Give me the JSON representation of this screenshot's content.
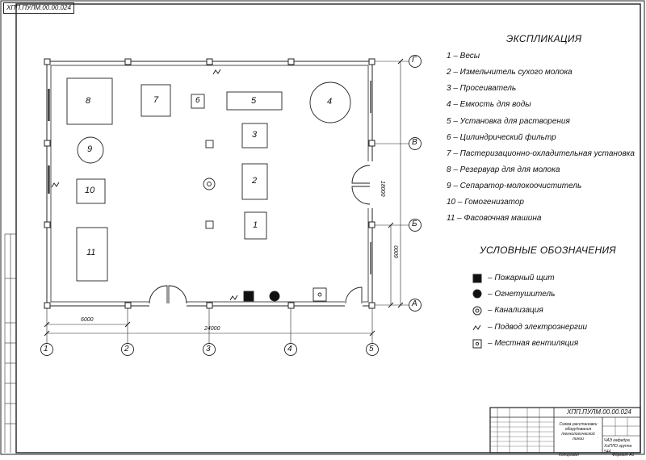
{
  "drawing_code_top": "ХПП.ПУЛМ.00.00.024",
  "explication": {
    "title": "ЭКСПЛИКАЦИЯ",
    "items": [
      "1 – Весы",
      "2 – Измельчитель сухого молока",
      "3 – Просеиватель",
      "4 – Емкость для воды",
      "5 – Установка для растворения",
      "6 – Цилиндрический фильтр",
      "7 – Пастеризационно-охладительная установка",
      "8 – Резервуар для для молока",
      "9 – Сепаратор-молокоочиститель",
      "10 – Гомогенизатор",
      "11 – Фасовочная машина"
    ]
  },
  "legend": {
    "title": "УСЛОВНЫЕ ОБОЗНАЧЕНИЯ",
    "items": [
      {
        "icon": "fire-board-icon",
        "label": "– Пожарный щит"
      },
      {
        "icon": "extinguisher-icon",
        "label": "– Огнетушитель"
      },
      {
        "icon": "sewer-icon",
        "label": "– Канализация"
      },
      {
        "icon": "power-supply-icon",
        "label": "– Подвод электроэнергии"
      },
      {
        "icon": "ventilation-icon",
        "label": "– Местная вентиляция"
      }
    ]
  },
  "plan": {
    "equipment": [
      "1",
      "2",
      "3",
      "4",
      "5",
      "6",
      "7",
      "8",
      "9",
      "10",
      "11"
    ],
    "axes_columns": [
      "1",
      "2",
      "3",
      "4",
      "5"
    ],
    "axes_rows": [
      "А",
      "Б",
      "В",
      "Г"
    ],
    "dimensions": {
      "span_6000": "6000",
      "total_24000": "24000",
      "height_18000": "18000",
      "row_6000": "6000"
    }
  },
  "title_block": {
    "code": "ХПП.ПУЛМ.00.00.024",
    "name": "Схема расстановки оборудования технологической линии",
    "sheet_info": "ЧАЭ кафедра ХиПЛО группа 544",
    "copied": "Копировал",
    "format": "Формат A1"
  }
}
